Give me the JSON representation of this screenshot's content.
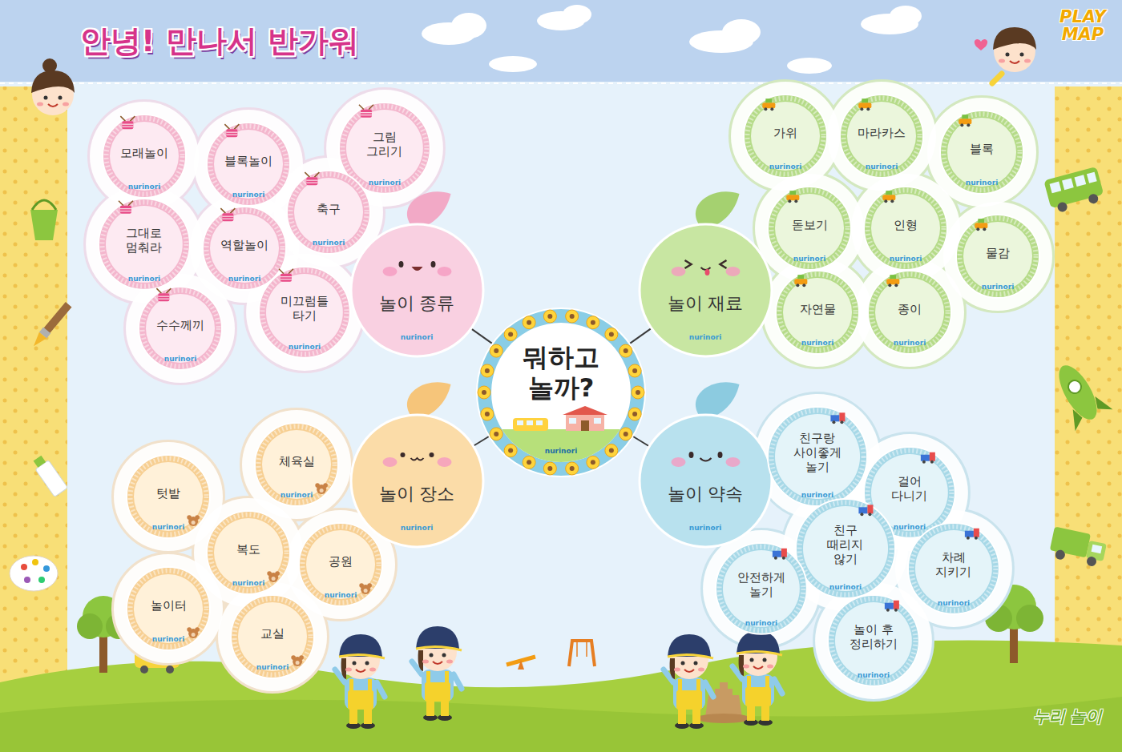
{
  "diagram": {
    "title": "안녕! 만나서 반가워",
    "nodes": [
      {
        "text": [
          "뭐하고 놀까?",
          "nurinori"
        ]
      },
      {
        "text": [
          "놀이 종류",
          "nurinori"
        ]
      },
      {
        "text": [
          "놀이 재료",
          "nurinori"
        ]
      },
      {
        "text": [
          "놀이 장소",
          "nurinori"
        ]
      },
      {
        "text": [
          "놀이 약속",
          "nurinori"
        ]
      },
      {
        "text": [
          "모래놀이",
          "nurinori"
        ]
      },
      {
        "text": [
          "블록놀이",
          "nurinori"
        ]
      },
      {
        "text": [
          "그림 그리기",
          "nurinori"
        ]
      },
      {
        "text": [
          "그대로 멈춰라",
          "nurinori"
        ]
      },
      {
        "text": [
          "역할놀이",
          "nurinori"
        ]
      },
      {
        "text": [
          "축구",
          "nurinori"
        ]
      },
      {
        "text": [
          "미끄럼틀 타기",
          "nurinori"
        ]
      },
      {
        "text": [
          "수수께끼",
          "nurinori"
        ]
      },
      {
        "text": [
          "가위",
          "nurinori"
        ]
      },
      {
        "text": [
          "마라카스",
          "nurinori"
        ]
      },
      {
        "text": [
          "블록",
          "nurinori"
        ]
      },
      {
        "text": [
          "돋보기",
          "nurinori"
        ]
      },
      {
        "text": [
          "인형",
          "nurinori"
        ]
      },
      {
        "text": [
          "물감",
          "nurinori"
        ]
      },
      {
        "text": [
          "자연물",
          "nurinori"
        ]
      },
      {
        "text": [
          "종이",
          "nurinori"
        ]
      },
      {
        "text": [
          "텃밭",
          "nurinori"
        ]
      },
      {
        "text": [
          "체육실",
          "nurinori"
        ]
      },
      {
        "text": [
          "복도",
          "nurinori"
        ]
      },
      {
        "text": [
          "공원",
          "nurinori"
        ]
      },
      {
        "text": [
          "놀이터",
          "nurinori"
        ]
      },
      {
        "text": [
          "교실",
          "nurinori"
        ]
      },
      {
        "text": [
          "친구랑 사이좋게 놀기",
          "nurinori"
        ]
      },
      {
        "text": [
          "걸어 다니기",
          "nurinori"
        ]
      },
      {
        "text": [
          "친구 때리지 않기",
          "nurinori"
        ]
      },
      {
        "text": [
          "차례 지키기",
          "nurinori"
        ]
      },
      {
        "text": [
          "안전하게 놀기",
          "nurinori"
        ]
      },
      {
        "text": [
          "놀이 후 정리하기",
          "nurinori"
        ]
      }
    ],
    "edges": [
      {
        "from": 0,
        "to": 1,
        "arrow": "none"
      },
      {
        "from": 0,
        "to": 2,
        "arrow": "none"
      },
      {
        "from": 0,
        "to": 3,
        "arrow": "none"
      },
      {
        "from": 0,
        "to": 4,
        "arrow": "none"
      }
    ],
    "labels": [
      "PLAY MAP",
      "누리 놀이"
    ]
  }
}
